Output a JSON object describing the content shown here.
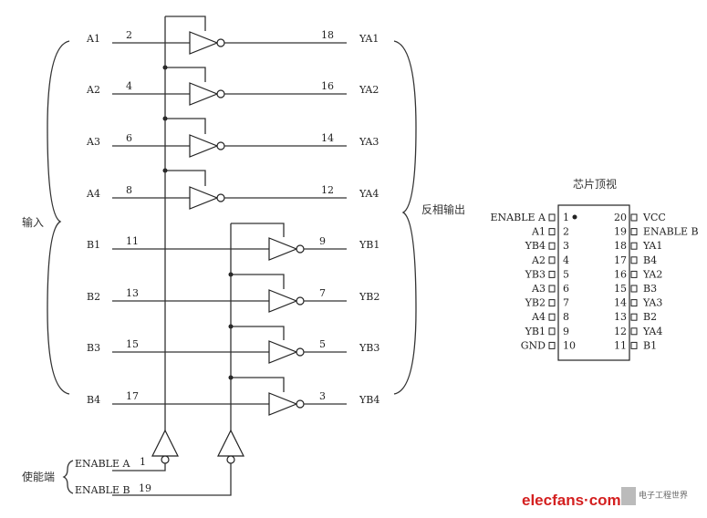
{
  "labels": {
    "inputs": "输入",
    "outputs": "反相输出",
    "enable_group": "使能端",
    "chip_title": "芯片顶视"
  },
  "group_a": [
    {
      "input": "A1",
      "in_pin": "2",
      "out_pin": "18",
      "output": "YA1"
    },
    {
      "input": "A2",
      "in_pin": "4",
      "out_pin": "16",
      "output": "YA2"
    },
    {
      "input": "A3",
      "in_pin": "6",
      "out_pin": "14",
      "output": "YA3"
    },
    {
      "input": "A4",
      "in_pin": "8",
      "out_pin": "12",
      "output": "YA4"
    }
  ],
  "group_b": [
    {
      "input": "B1",
      "in_pin": "11",
      "out_pin": "9",
      "output": "YB1"
    },
    {
      "input": "B2",
      "in_pin": "13",
      "out_pin": "7",
      "output": "YB2"
    },
    {
      "input": "B3",
      "in_pin": "15",
      "out_pin": "5",
      "output": "YB3"
    },
    {
      "input": "B4",
      "in_pin": "17",
      "out_pin": "3",
      "output": "YB4"
    }
  ],
  "enables": [
    {
      "label": "ENABLE A",
      "pin": "1"
    },
    {
      "label": "ENABLE B",
      "pin": "19"
    }
  ],
  "chip_left": [
    {
      "name": "ENABLE A",
      "pin": "1"
    },
    {
      "name": "A1",
      "pin": "2"
    },
    {
      "name": "YB4",
      "pin": "3"
    },
    {
      "name": "A2",
      "pin": "4"
    },
    {
      "name": "YB3",
      "pin": "5"
    },
    {
      "name": "A3",
      "pin": "6"
    },
    {
      "name": "YB2",
      "pin": "7"
    },
    {
      "name": "A4",
      "pin": "8"
    },
    {
      "name": "YB1",
      "pin": "9"
    },
    {
      "name": "GND",
      "pin": "10"
    }
  ],
  "chip_right": [
    {
      "name": "VCC",
      "pin": "20"
    },
    {
      "name": "ENABLE B",
      "pin": "19"
    },
    {
      "name": "YA1",
      "pin": "18"
    },
    {
      "name": "B4",
      "pin": "17"
    },
    {
      "name": "YA2",
      "pin": "16"
    },
    {
      "name": "B3",
      "pin": "15"
    },
    {
      "name": "YA3",
      "pin": "14"
    },
    {
      "name": "B2",
      "pin": "13"
    },
    {
      "name": "YA4",
      "pin": "12"
    },
    {
      "name": "B1",
      "pin": "11"
    }
  ],
  "watermark": {
    "brand": "elecfans·com",
    "site": "电子工程世界"
  }
}
